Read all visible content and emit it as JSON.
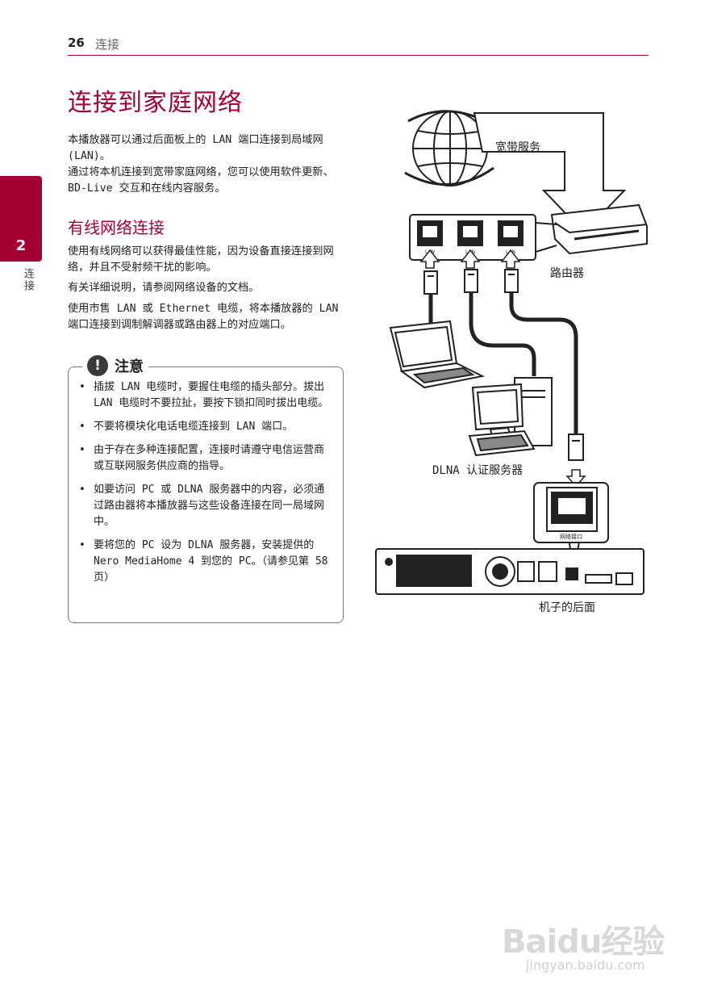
{
  "header": {
    "page_number": "26",
    "section": "连接"
  },
  "side_tab": {
    "number": "2",
    "label": "连接"
  },
  "title": "连接到家庭网络",
  "intro": [
    "本播放器可以通过后面板上的 LAN 端口连接到局域网(LAN)。",
    "通过将本机连接到宽带家庭网络，您可以使用软件更新、BD-Live 交互和在线内容服务。"
  ],
  "subtitle": "有线网络连接",
  "paragraphs": [
    "使用有线网络可以获得最佳性能，因为设备直接连接到网络，并且不受射频干扰的影响。",
    "有关详细说明，请参阅网络设备的文档。",
    "使用市售 LAN 或 Ethernet 电缆，将本播放器的 LAN 端口连接到调制解调器或路由器上的对应端口。"
  ],
  "note": {
    "badge": "!",
    "title": "注意",
    "items": [
      "插拔 LAN 电缆时，要握住电缆的插头部分。拔出 LAN 电缆时不要拉扯，要按下锁扣同时拔出电缆。",
      "不要将模块化电话电缆连接到 LAN 端口。",
      "由于存在多种连接配置，连接时请遵守电信运营商或互联网服务供应商的指导。",
      "如要访问 PC 或 DLNA 服务器中的内容，必须通过路由器将本播放器与这些设备连接在同一局域网中。",
      "要将您的 PC 设为 DLNA 服务器，安装提供的 Nero MediaHome 4 到您的 PC。（请参见第 58 页）"
    ]
  },
  "diagram": {
    "broadband_label": "宽带服务",
    "router_label": "路由器",
    "dlna_label": "DLNA 认证服务器",
    "rear_label": "机子的后面",
    "lan_port_label": "LAN",
    "network_port_label": "网络接口"
  },
  "watermark": {
    "logo": "Baidu经验",
    "url": "jingyan.baidu.com"
  }
}
